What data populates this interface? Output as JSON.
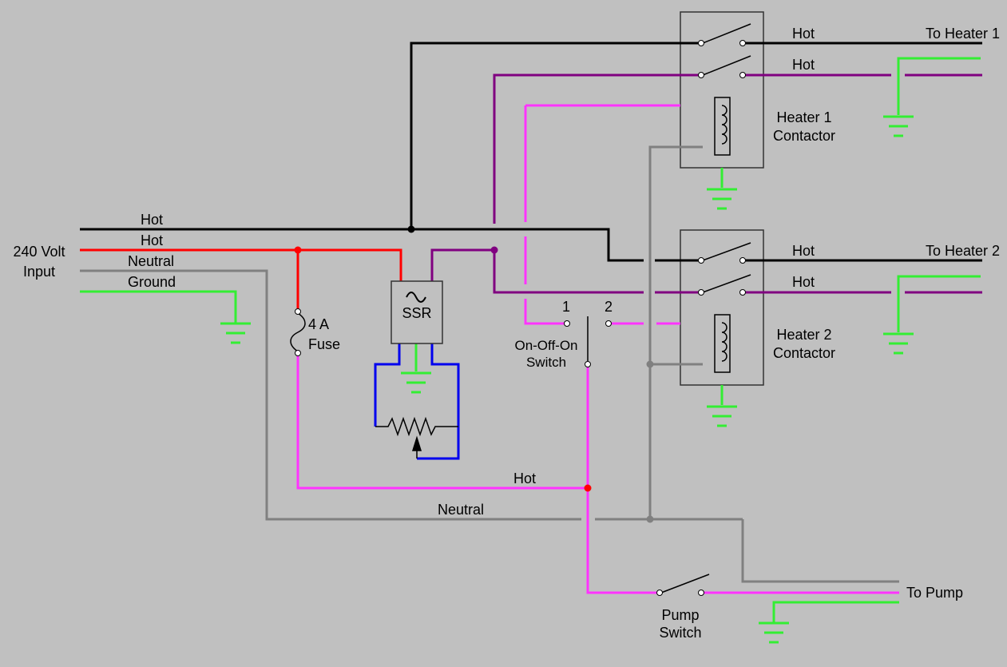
{
  "colors": {
    "background": "#c0c0c0",
    "hot_black": "#000000",
    "hot_red": "#ff0000",
    "purple": "#800080",
    "magenta": "#ff33ff",
    "neutral_gray": "#808080",
    "ground_green": "#33ee33",
    "control_blue": "#0000ee",
    "box_fill": "#c0c0c0",
    "box_stroke": "#333333"
  },
  "input": {
    "voltage_label": "240 Volt",
    "input_label": "Input",
    "hot1_label": "Hot",
    "hot2_label": "Hot",
    "neutral_label": "Neutral",
    "ground_label": "Ground"
  },
  "fuse": {
    "rating": "4 A",
    "name": "Fuse"
  },
  "ssr": {
    "label": "SSR",
    "symbol": "~"
  },
  "switch3": {
    "pos1": "1",
    "pos2": "2",
    "name_line1": "On-Off-On",
    "name_line2": "Switch"
  },
  "heater1": {
    "hot_a": "Hot",
    "hot_b": "Hot",
    "dest": "To Heater 1",
    "name_line1": "Heater 1",
    "name_line2": "Contactor"
  },
  "heater2": {
    "hot_a": "Hot",
    "hot_b": "Hot",
    "dest": "To Heater 2",
    "name_line1": "Heater 2",
    "name_line2": "Contactor"
  },
  "bottom": {
    "hot_label": "Hot",
    "neutral_label": "Neutral",
    "pump_dest": "To Pump",
    "pump_switch_line1": "Pump",
    "pump_switch_line2": "Switch"
  },
  "icons": {
    "ground": "ground-icon",
    "fuse": "fuse-icon",
    "coil": "coil-icon",
    "potentiometer": "potentiometer-icon",
    "switch": "switch-contact-icon"
  }
}
